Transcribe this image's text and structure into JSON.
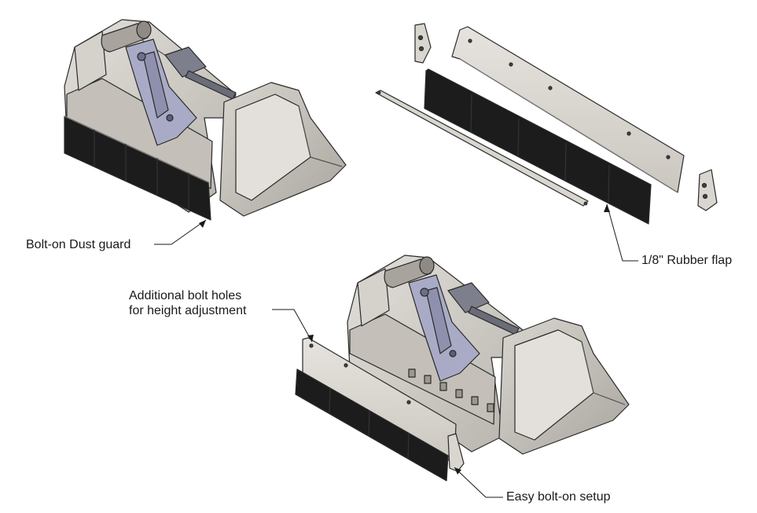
{
  "callouts": {
    "dust_guard": "Bolt-on Dust guard",
    "rubber_flap": "1/8\" Rubber flap",
    "bolt_holes_line1": "Additional bolt holes",
    "bolt_holes_line2": "for height adjustment",
    "easy_setup": "Easy bolt-on setup"
  },
  "colors": {
    "body": "#cfcbc4",
    "body_dark": "#9e9a93",
    "body_light": "#e4e1dc",
    "bracket": "#a9abc6",
    "rubber": "#1c1c1c",
    "outline": "#2a2a2a"
  }
}
